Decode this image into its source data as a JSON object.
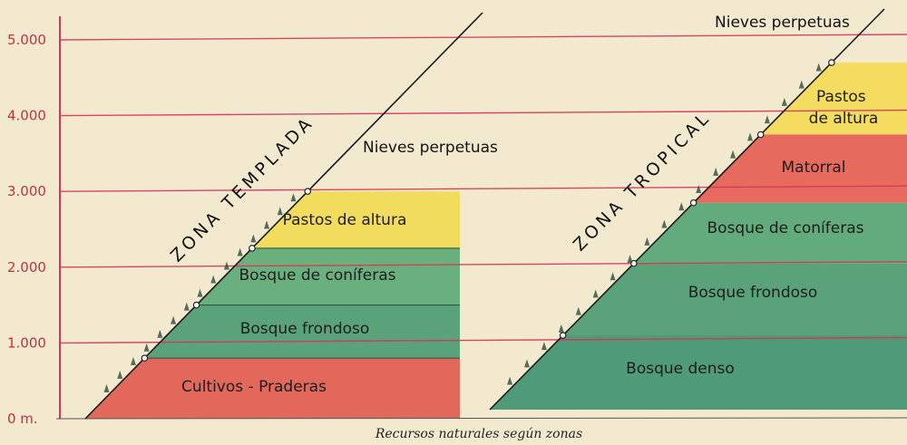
{
  "y_axis": {
    "unit_suffix_zero": "0 m.",
    "ticks": [
      {
        "value": 0,
        "label": "0 m."
      },
      {
        "value": 1000,
        "label": "1.000"
      },
      {
        "value": 2000,
        "label": "2.000"
      },
      {
        "value": 3000,
        "label": "3.000"
      },
      {
        "value": 4000,
        "label": "4.000"
      },
      {
        "value": 5000,
        "label": "5.000"
      }
    ]
  },
  "templada": {
    "title": "ZONA TEMPLADA",
    "snow_label": "Nieves perpetuas",
    "bands": [
      {
        "label": "Cultivos - Praderas",
        "from": 0,
        "to": 800,
        "color": "#e2685c"
      },
      {
        "label": "Bosque frondoso",
        "from": 800,
        "to": 1500,
        "color": "#5aa37a"
      },
      {
        "label": "Bosque de coníferas",
        "from": 1500,
        "to": 2250,
        "color": "#6ab07e"
      },
      {
        "label": "Pastos de altura",
        "from": 2250,
        "to": 3000,
        "color": "#f2dc5e"
      }
    ]
  },
  "tropical": {
    "title": "ZONA TROPICAL",
    "snow_label": "Nieves perpetuas",
    "bands": [
      {
        "label": "Bosque denso",
        "from": 0,
        "to": 1100,
        "color": "#4f9a78"
      },
      {
        "label": "Bosque frondoso",
        "from": 1100,
        "to": 2050,
        "color": "#5aa37a"
      },
      {
        "label": "Bosque de coníferas",
        "from": 2050,
        "to": 2850,
        "color": "#62ab7c"
      },
      {
        "label": "Matorral",
        "from": 2850,
        "to": 3750,
        "color": "#e66a5e"
      },
      {
        "label": "Pastos de altura",
        "from": 3750,
        "to": 4700,
        "color": "#f4dc60"
      }
    ]
  },
  "caption": "Recursos naturales según zonas",
  "colors": {
    "grid_line": "#d8335a",
    "slope_line": "#1a1a1a",
    "paper": "#f3e9cf"
  }
}
